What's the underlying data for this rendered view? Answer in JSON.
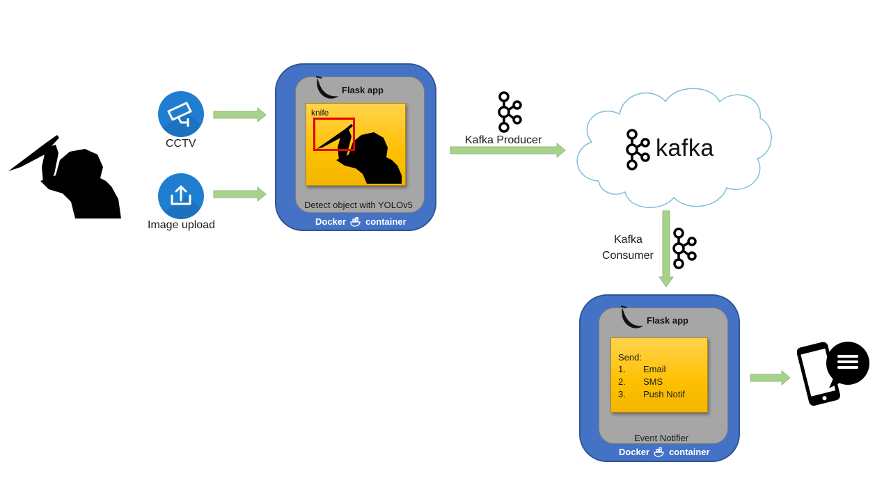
{
  "inputs": {
    "cctv_label": "CCTV",
    "upload_label": "Image upload"
  },
  "detector": {
    "app_label": "Flask app",
    "detection_label": "knife",
    "caption": "Detect object with YOLOv5",
    "container_prefix": "Docker",
    "container_suffix": "container"
  },
  "kafka": {
    "producer_label": "Kafka Producer",
    "broker_label": "kafka",
    "consumer_label_line1": "Kafka",
    "consumer_label_line2": "Consumer"
  },
  "notifier": {
    "app_label": "Flask app",
    "send_title": "Send:",
    "channels": [
      {
        "num": "1.",
        "name": "Email"
      },
      {
        "num": "2.",
        "name": "SMS"
      },
      {
        "num": "3.",
        "name": "Push Notif"
      }
    ],
    "caption": "Event Notifier",
    "container_prefix": "Docker",
    "container_suffix": "container"
  },
  "colors": {
    "docker_blue": "#4472c4",
    "inner_gray": "#a6a6a6",
    "note_yellow": "#ffc000",
    "arrow_green": "#a9d18e",
    "icon_blue": "#1f7ed0",
    "cloud_outline": "#7fbfd9"
  }
}
